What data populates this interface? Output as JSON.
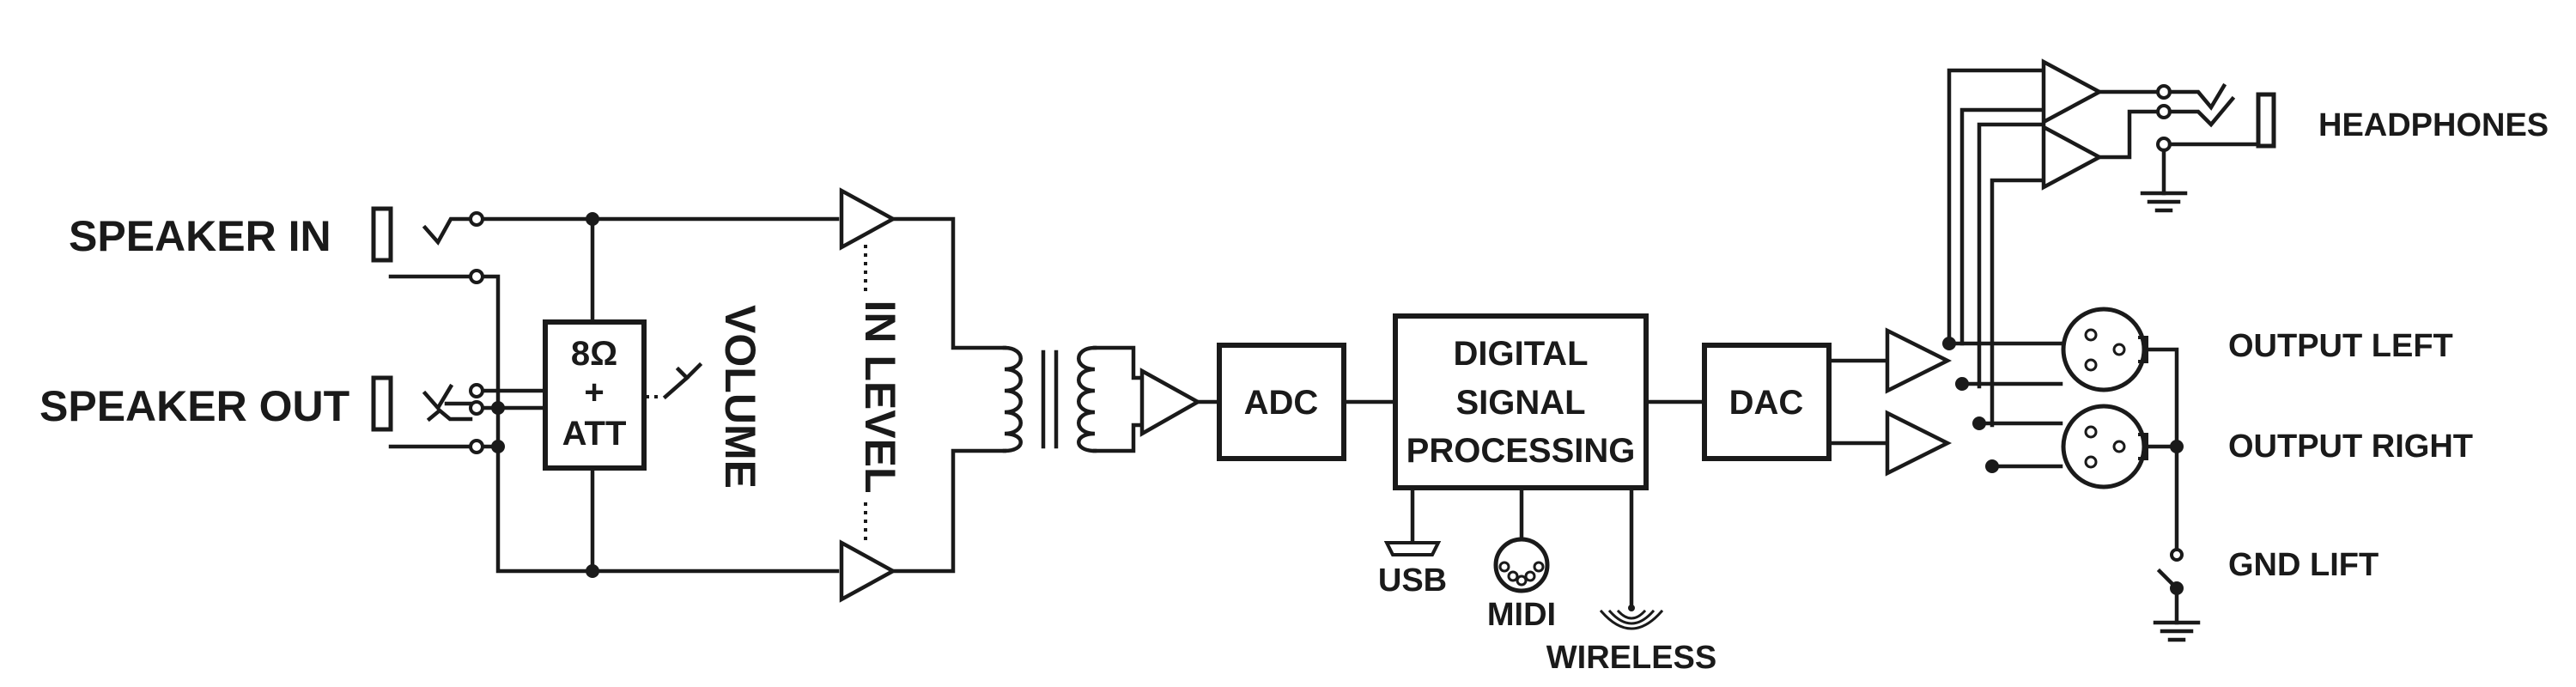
{
  "labels": {
    "speaker_in": "SPEAKER IN",
    "speaker_out": "SPEAKER OUT",
    "headphones": "HEADPHONES",
    "output_left": "OUTPUT LEFT",
    "output_right": "OUTPUT RIGHT",
    "gnd_lift": "GND LIFT",
    "volume": "VOLUME",
    "in_level": "IN LEVEL",
    "usb": "USB",
    "midi": "MIDI",
    "wireless": "WIRELESS"
  },
  "blocks": {
    "attenuator_line1": "8Ω",
    "attenuator_line2": "+",
    "attenuator_line3": "ATT",
    "adc": "ADC",
    "dsp_line1": "DIGITAL",
    "dsp_line2": "SIGNAL",
    "dsp_line3": "PROCESSING",
    "dac": "DAC"
  }
}
